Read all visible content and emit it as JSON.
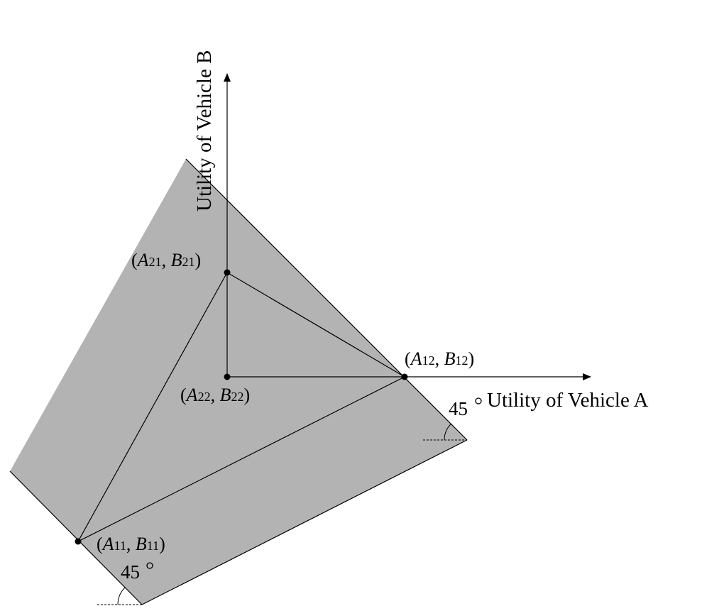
{
  "axes": {
    "x_label": "Utility of Vehicle A",
    "y_label": "Utility of Vehicle B"
  },
  "points": {
    "p21": {
      "a": "A",
      "a_sub": "21",
      "b": "B",
      "b_sub": "21"
    },
    "p22": {
      "a": "A",
      "a_sub": "22",
      "b": "B",
      "b_sub": "22"
    },
    "p12": {
      "a": "A",
      "a_sub": "12",
      "b": "B",
      "b_sub": "12"
    },
    "p11": {
      "a": "A",
      "a_sub": "11",
      "b": "B",
      "b_sub": "11"
    }
  },
  "angles": {
    "right": "45",
    "bottom": "45"
  },
  "colors": {
    "region_fill": "#b3b3b3",
    "line": "#000000"
  }
}
